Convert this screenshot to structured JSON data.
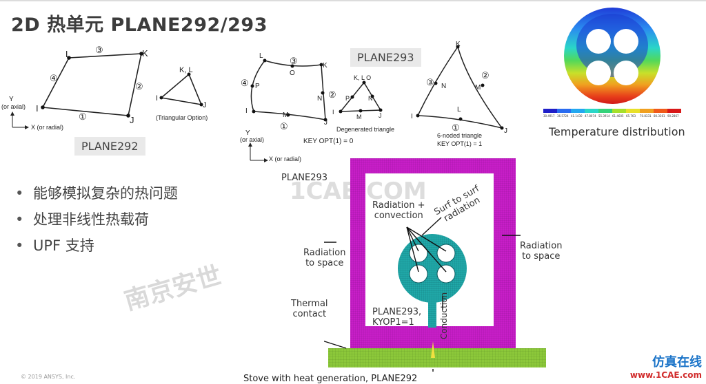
{
  "title": "2D 热单元 PLANE292/293",
  "plane292": {
    "tag": "PLANE292",
    "nodes": [
      "L",
      "K",
      "I",
      "J"
    ],
    "edges": [
      "③",
      "④",
      "②",
      "①"
    ],
    "axis_y": "Y",
    "axis_y_sub": "(or axial)",
    "axis_x": "X (or radial)",
    "tri_nodes": [
      "K, L",
      "I",
      "J"
    ],
    "tri_caption": "(Triangular Option)"
  },
  "plane293": {
    "tag": "PLANE293",
    "quad_nodes": [
      "L",
      "O",
      "K",
      "P",
      "N",
      "I",
      "M",
      "J"
    ],
    "quad_edges": [
      "③",
      "④",
      "②",
      "①"
    ],
    "axis_y": "Y",
    "axis_y_sub": "(or axial)",
    "axis_x": "X (or radial)",
    "keyopt0": "KEY OPT(1) = 0",
    "degen_nodes": [
      "K, L O",
      "P",
      "N",
      "I",
      "M",
      "J"
    ],
    "degen_caption": "Degenerated triangle",
    "six_nodes": [
      "K",
      "N",
      "M",
      "I",
      "L",
      "J"
    ],
    "six_edges": [
      "③",
      "②",
      "①"
    ],
    "six_caption": "6-noded triangle",
    "keyopt1": "KEY OPT(1) = 1"
  },
  "temperature": {
    "caption": "Temperature distribution",
    "legend_values": [
      "30.4917",
      "36.5724",
      "41.1430",
      "47.8074",
      "55.3914",
      "61.4605",
      "65.763",
      "70.8331",
      "80.3361",
      "90.2867"
    ],
    "legend_colors": [
      "#1f1fc8",
      "#2a6cf0",
      "#23a8f0",
      "#2ad6c8",
      "#35d27a",
      "#a6e02c",
      "#e8e02a",
      "#f0a020",
      "#f05a1a",
      "#d81818"
    ]
  },
  "bullets": [
    "能够模拟复杂的热问题",
    "处理非线性热载荷",
    "UPF 支持"
  ],
  "model": {
    "plane293": "PLANE293",
    "radiation_convection": "Radiation +\nconvection",
    "surf_to_surf": "Surf to surf\nradiation",
    "radiation_left": "Radiation\nto space",
    "radiation_right": "Radiation\nto space",
    "thermal_contact": "Thermal\ncontact",
    "plane293_kyop": "PLANE293,\nKYOP1=1",
    "conduction": "Conduction",
    "stove": "Stove with heat generation, PLANE292"
  },
  "watermarks": [
    "1CAE.COM",
    "南京安世"
  ],
  "copyright": "© 2019 ANSYS, Inc.",
  "logo": {
    "cn": "仿真在线",
    "url": "www.1CAE.com"
  }
}
